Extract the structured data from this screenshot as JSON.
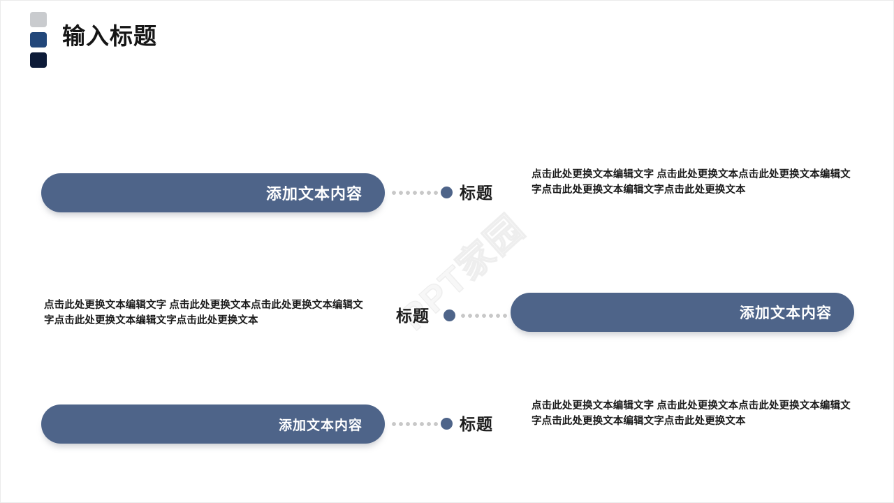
{
  "slide": {
    "title": "输入标题",
    "watermark": "PPT家园",
    "accent_color": "#4e6489",
    "logo_colors": [
      "#c9cbce",
      "#22477a",
      "#0d1b38"
    ]
  },
  "rows": [
    {
      "pill_label": "添加文本内容",
      "node_label": "标题",
      "body": "点击此处更换文本编辑文字 点击此处更换文本点击此处更换文本编辑文字点击此处更换文本编辑文字点击此处更换文本"
    },
    {
      "pill_label": "添加文本内容",
      "node_label": "标题",
      "body": "点击此处更换文本编辑文字 点击此处更换文本点击此处更换文本编辑文字点击此处更换文本编辑文字点击此处更换文本"
    },
    {
      "pill_label": "添加文本内容",
      "node_label": "标题",
      "body": "点击此处更换文本编辑文字 点击此处更换文本点击此处更换文本编辑文字点击此处更换文本编辑文字点击此处更换文本"
    }
  ]
}
